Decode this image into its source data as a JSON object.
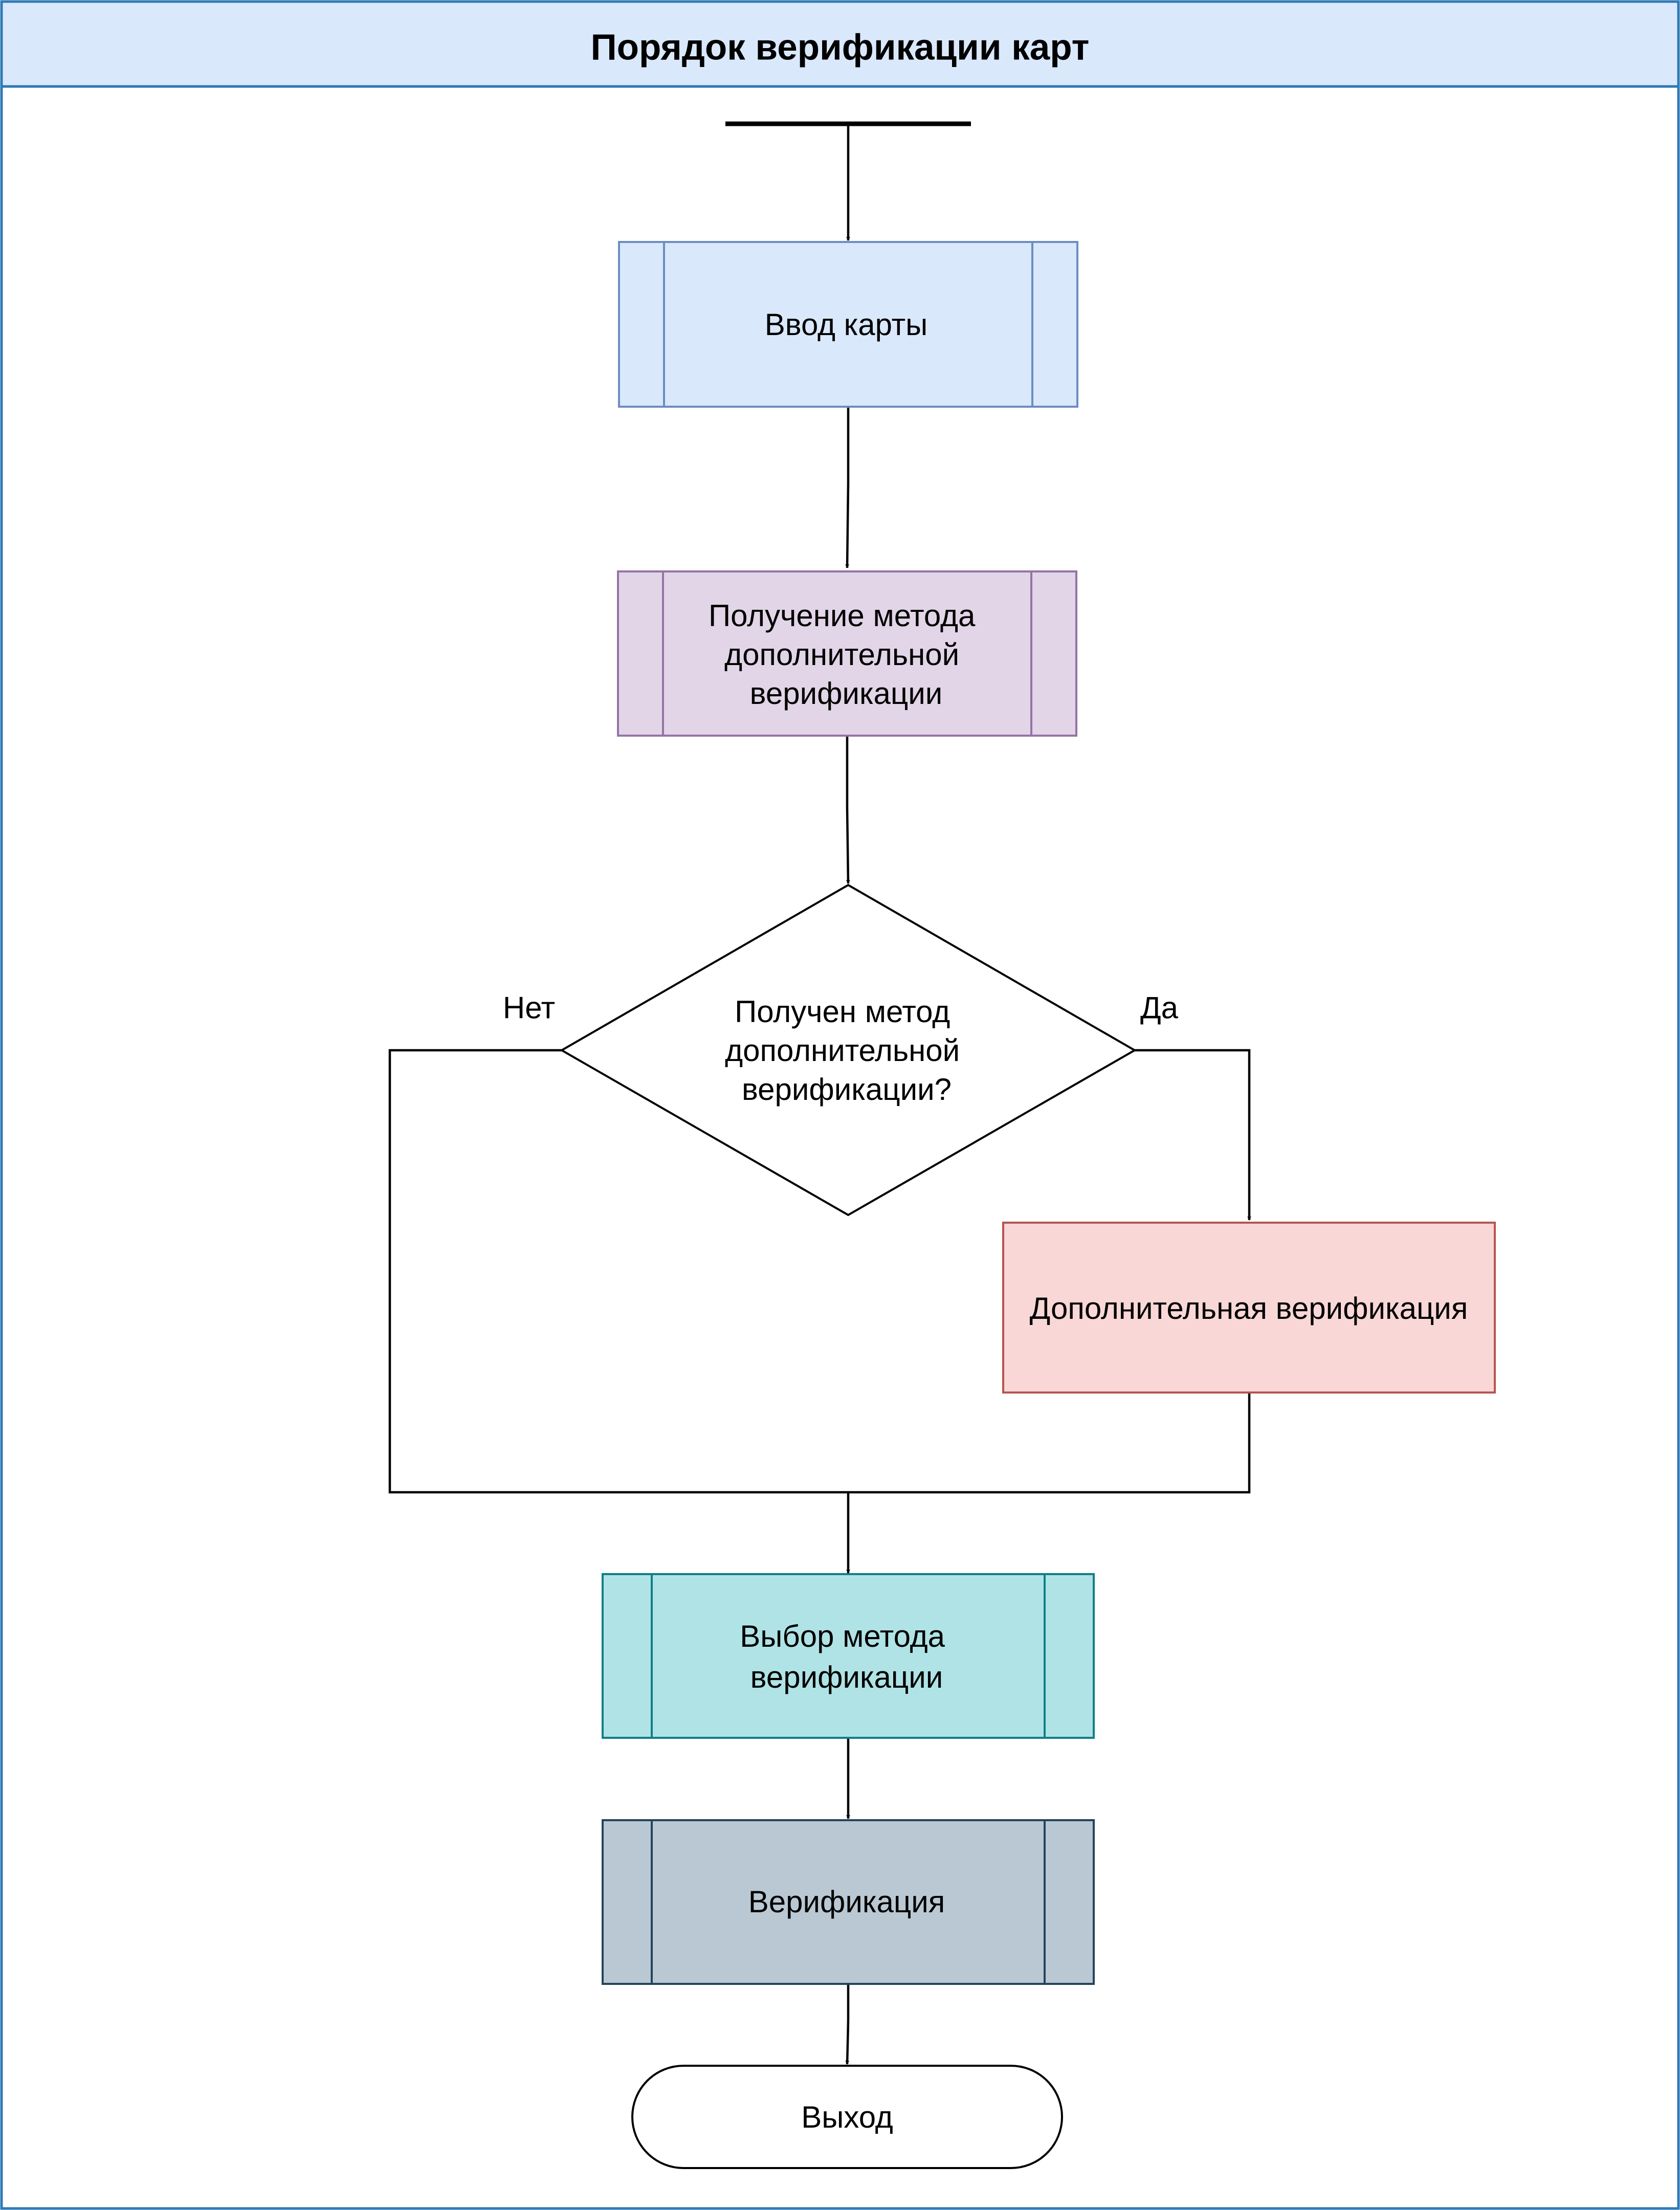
{
  "title": "Порядок верификации карт",
  "colors": {
    "frame_stroke": "#2f79b6",
    "title_fill": "#dae8fc",
    "blue_fill": "#dae8fc",
    "blue_stroke": "#6c8ebf",
    "purple_fill": "#e1d5e7",
    "purple_stroke": "#9673a6",
    "red_fill": "#f8d7d6",
    "red_stroke": "#b85450",
    "teal_fill": "#b0e3e6",
    "teal_stroke": "#0e8088",
    "gray_fill": "#bac8d3",
    "gray_stroke": "#23445d"
  },
  "nodes": {
    "card_input": {
      "lines": [
        "Ввод карты"
      ],
      "shape": "process"
    },
    "get_method": {
      "lines": [
        "Получение метода",
        "дополнительной",
        "верификации"
      ],
      "shape": "process"
    },
    "decision": {
      "lines": [
        "Получен метод",
        "дополнительной",
        "верификации?"
      ],
      "shape": "decision"
    },
    "extra_verification": {
      "lines": [
        "Дополнительная верификация"
      ],
      "shape": "rectangle"
    },
    "choose_method": {
      "lines": [
        "Выбор метода",
        "верификации"
      ],
      "shape": "process"
    },
    "verification": {
      "lines": [
        "Верификация"
      ],
      "shape": "process"
    },
    "exit": {
      "lines": [
        "Выход"
      ],
      "shape": "terminator"
    }
  },
  "edge_labels": {
    "no": "Нет",
    "yes": "Да"
  }
}
